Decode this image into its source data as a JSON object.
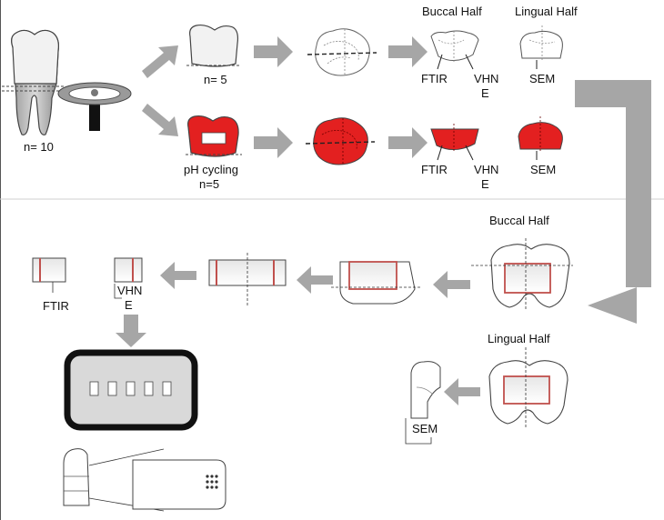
{
  "labels": {
    "n10": "n= 10",
    "n5": "n= 5",
    "ph_cycling": "pH cycling",
    "n5b": "n=5",
    "buccal_top": "Buccal Half",
    "lingual_top": "Lingual Half",
    "ftir1": "FTIR",
    "vhn1a": "VHN",
    "vhn1b": "E",
    "sem1": "SEM",
    "ftir2": "FTIR",
    "vhn2a": "VHN",
    "vhn2b": "E",
    "sem2": "SEM",
    "buccal_mid": "Buccal Half",
    "lingual_mid": "Lingual Half",
    "ftir3": "FTIR",
    "vhn3a": "VHN",
    "vhn3b": "E",
    "sem3": "SEM"
  },
  "colors": {
    "arrow": "#a6a6a6",
    "treated": "#e32020",
    "outline": "#333333",
    "specimen_line": "#c0504d",
    "mount_fill": "#d9d9d9"
  },
  "icons": [
    "tooth-icon",
    "sectioning-disc-icon",
    "crown-icon",
    "occlusal-view-icon",
    "half-crown-icon",
    "specimen-slice-icon",
    "resin-mount-icon",
    "indentation-grid-icon"
  ]
}
